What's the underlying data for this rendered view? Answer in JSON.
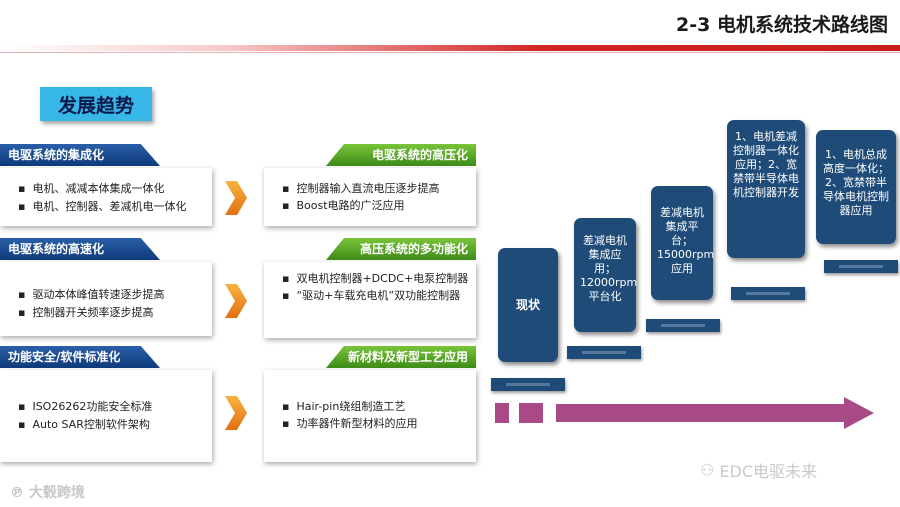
{
  "header": {
    "title": "2-3 电机系统技术路线图"
  },
  "trend_label": "发展趋势",
  "left_sections": [
    {
      "heading": "电驱系统的集成化",
      "bullets": [
        "电机、减减本体集成一体化",
        "电机、控制器、差减机电一体化"
      ]
    },
    {
      "heading": "电驱系统的高速化",
      "bullets": [
        "驱动本体峰值转速逐步提高",
        "控制器开关频率逐步提高"
      ]
    },
    {
      "heading": "功能安全/软件标准化",
      "bullets": [
        "ISO26262功能安全标准",
        "Auto SAR控制软件架构"
      ]
    }
  ],
  "right_sections": [
    {
      "heading": "电驱系统的高压化",
      "bullets": [
        "控制器输入直流电压逐步提高",
        "Boost电路的广泛应用"
      ]
    },
    {
      "heading": "高压系统的多功能化",
      "bullets": [
        "双电机控制器+DCDC+电泵控制器",
        "“驱动+车载充电机”双功能控制器"
      ]
    },
    {
      "heading": "新材料及新型工艺应用",
      "bullets": [
        "Hair-pin绕组制造工艺",
        "功率器件新型材料的应用"
      ]
    }
  ],
  "steps": [
    {
      "text": "现状"
    },
    {
      "text": "差减电机集成应用；12000rpm 平台化"
    },
    {
      "text": "差减电机集成平台；15000rpm应用"
    },
    {
      "text": "1、电机差减控制器一体化应用；2、宽禁带半导体电机控制器开发"
    },
    {
      "text": "1、电机总成高度一体化；2、宽禁带半导体电机控制器应用"
    }
  ],
  "watermarks": {
    "left": "大毂跨境",
    "right": "EDC电驱未来"
  },
  "colors": {
    "step_fill": "#1e4b78",
    "left_head": "#0e3a7a",
    "right_head": "#3d8b18",
    "arrow": "#a84a86",
    "accent_red": "#c81e1e",
    "chevron": "#f0901c"
  }
}
